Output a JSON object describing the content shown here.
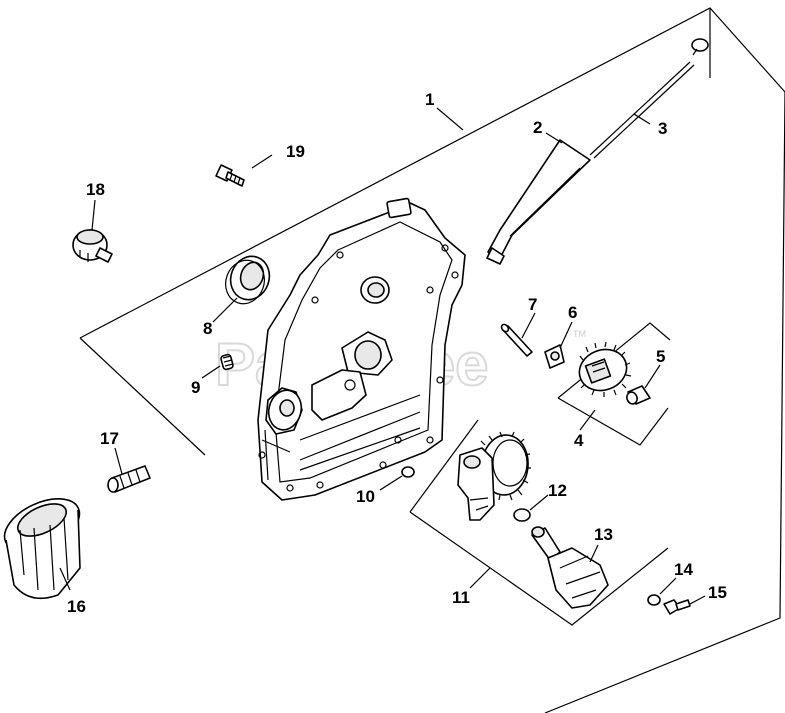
{
  "watermark": {
    "text": "PartsTree",
    "trademark": "TM"
  },
  "callouts": [
    {
      "id": "callout-1",
      "label": "1"
    },
    {
      "id": "callout-2",
      "label": "2"
    },
    {
      "id": "callout-3",
      "label": "3"
    },
    {
      "id": "callout-4",
      "label": "4"
    },
    {
      "id": "callout-5",
      "label": "5"
    },
    {
      "id": "callout-6",
      "label": "6"
    },
    {
      "id": "callout-7",
      "label": "7"
    },
    {
      "id": "callout-8",
      "label": "8"
    },
    {
      "id": "callout-9",
      "label": "9"
    },
    {
      "id": "callout-10",
      "label": "10"
    },
    {
      "id": "callout-11",
      "label": "11"
    },
    {
      "id": "callout-12",
      "label": "12"
    },
    {
      "id": "callout-13",
      "label": "13"
    },
    {
      "id": "callout-14",
      "label": "14"
    },
    {
      "id": "callout-15",
      "label": "15"
    },
    {
      "id": "callout-16",
      "label": "16"
    },
    {
      "id": "callout-17",
      "label": "17"
    },
    {
      "id": "callout-18",
      "label": "18"
    },
    {
      "id": "callout-19",
      "label": "19"
    }
  ]
}
